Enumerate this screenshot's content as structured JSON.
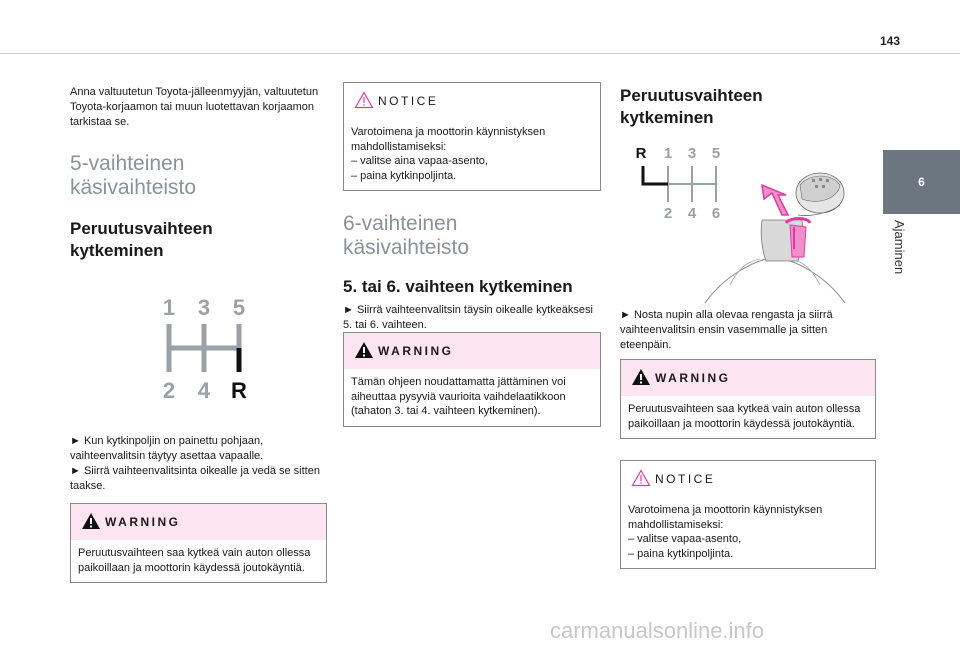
{
  "page_number": "143",
  "chapter": {
    "number": "6",
    "title": "Ajaminen"
  },
  "col1": {
    "intro": "Anna valtuutetun Toyota-jälleenmyyjän, valtuutetun Toyota-korjaamon tai muun luotettavan korjaamon tarkistaa se.",
    "heading_light": "5-vaihteinen käsivaihteisto",
    "heading_bold": "Peruutusvaihteen kytkeminen",
    "diagram": {
      "top": [
        "1",
        "3",
        "5"
      ],
      "bottom": [
        "2",
        "4",
        "R"
      ]
    },
    "step1": "► Kun kytkinpoljin on painettu pohjaan, vaihteenvalitsin täytyy asettaa vapaalle.",
    "step2": "► Siirrä vaihteenvalitsinta oikealle ja vedä se sitten taakse.",
    "warning": {
      "title": "WARNING",
      "text": "Peruutusvaihteen saa kytkeä vain auton ollessa paikoillaan ja moottorin käydessä joutokäyntiä."
    }
  },
  "col2": {
    "notice": {
      "title": "NOTICE",
      "line1": "Varotoimena ja moottorin käynnistyksen mahdollistamiseksi:",
      "line2": "–  valitse aina vapaa-asento,",
      "line3": "–  paina kytkinpoljinta."
    },
    "heading_light": "6-vaihteinen käsivaihteisto",
    "heading_bold": "5. tai 6. vaihteen kytkeminen",
    "step1": "► Siirrä vaihteenvalitsin täysin oikealle kytkeäksesi 5. tai 6. vaihteen.",
    "warning": {
      "title": "WARNING",
      "text": "Tämän ohjeen noudattamatta jättäminen voi aiheuttaa pysyviä vaurioita vaihdelaatikkoon (tahaton 3. tai 4. vaihteen kytkeminen)."
    }
  },
  "col3": {
    "heading_bold": "Peruutusvaihteen kytkeminen",
    "diagram": {
      "top": [
        "R",
        "1",
        "3",
        "5"
      ],
      "bottom": [
        "2",
        "4",
        "6"
      ]
    },
    "step1": "► Nosta nupin alla olevaa rengasta ja siirrä vaihteenvalitsin ensin vasemmalle ja sitten eteenpäin.",
    "warning": {
      "title": "WARNING",
      "text": "Peruutusvaihteen saa kytkeä vain auton ollessa paikoillaan ja moottorin käydessä joutokäyntiä."
    },
    "notice": {
      "title": "NOTICE",
      "line1": "Varotoimena ja moottorin käynnistyksen mahdollistamiseksi:",
      "line2": "–  valitse vapaa-asento,",
      "line3": "–  paina kytkinpoljinta."
    }
  },
  "watermark": "carmanualsonline.info",
  "colors": {
    "accent_pink": "#e23aa3",
    "warn_bg": "#fce4f0",
    "tab_grey": "#6b7680",
    "diagram_grey": "#9aa1a7"
  }
}
